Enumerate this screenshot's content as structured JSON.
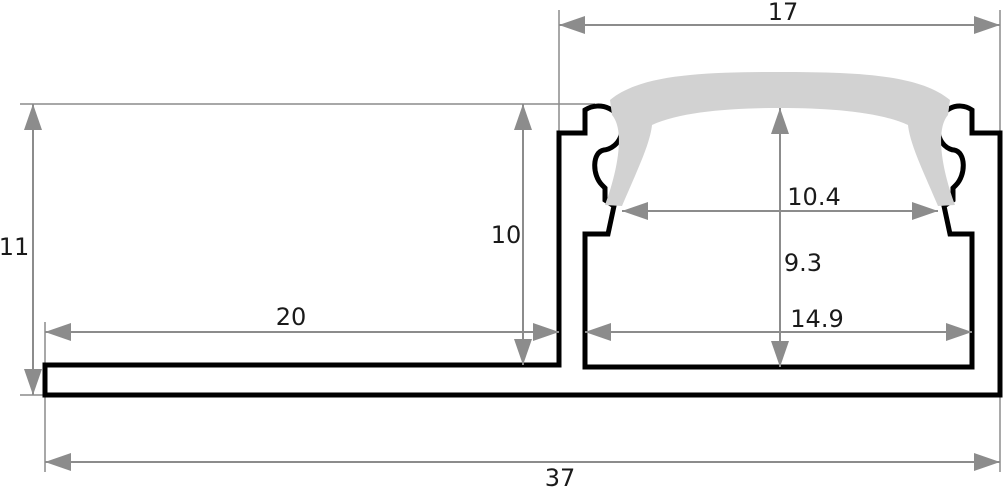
{
  "dimensions": {
    "total_width": "37",
    "channel_width": "17",
    "total_height": "11",
    "flange_height": "10",
    "flange_width": "20",
    "inner_width_top": "10.4",
    "inner_depth": "9.3",
    "inner_width_bottom": "14.9"
  },
  "colors": {
    "profile_stroke": "#000000",
    "diffuser": "#d2d2d2",
    "dimension_lines": "#8c8c8c"
  }
}
